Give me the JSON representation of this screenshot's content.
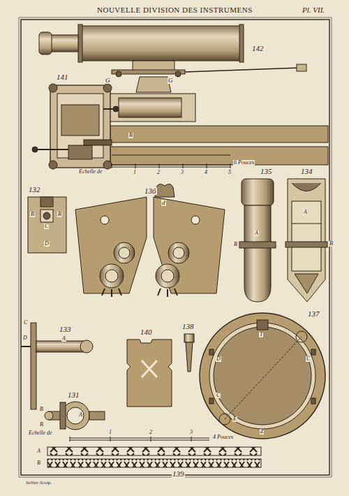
{
  "diagram": {
    "title": "NOUVELLE DIVISION DES INSTRUMENS",
    "labels": [
      "Pl. VII.",
      "142",
      "G",
      "G",
      "141",
      "B",
      "Echelle de",
      "1",
      "2",
      "3",
      "4",
      "5",
      "6 Pouces",
      "d",
      "135",
      "134",
      "A",
      "B",
      "A",
      "B",
      "132",
      "C",
      "B",
      "B",
      "D",
      "136",
      "133",
      "C",
      "D",
      "A",
      "138",
      "137",
      "T",
      "D",
      "C",
      "C",
      "E",
      "Z",
      "140",
      "131",
      "B",
      "B",
      "A",
      "Echelle de",
      "1",
      "2",
      "3",
      "4 Pouces",
      "A",
      "B",
      "139",
      "Sellier Sculp."
    ]
  }
}
